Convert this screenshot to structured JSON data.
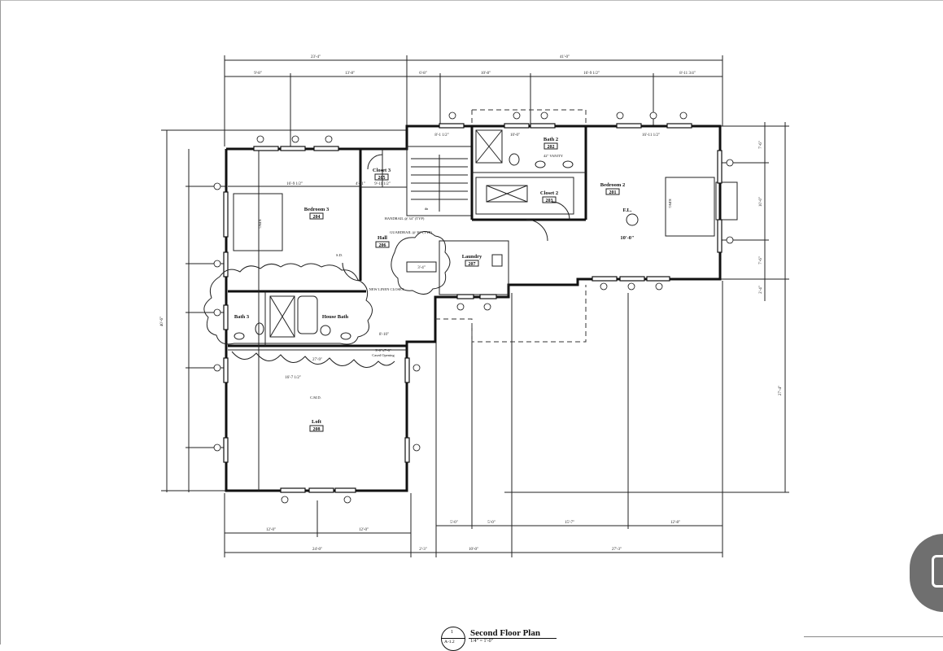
{
  "drawing": {
    "title": "Second Floor Plan",
    "scale": "1/4\" = 1'-0\"",
    "detail_number": "1",
    "sheet": "A-1.2"
  },
  "dimensions": {
    "top_overall": [
      "23'-4\"",
      "41'-0\""
    ],
    "top_segments": [
      "9'-8\"",
      "13'-8\"",
      "6'-8\"",
      "10'-8\"",
      "16'-9 1/2\"",
      "8'-11 3/4\""
    ],
    "bottom_segments_upper": [
      "5'-0\"",
      "5'-0\"",
      "15'-7\"",
      "12'-8\""
    ],
    "bottom_segments_lower": [
      "12'-0\"",
      "12'-0\""
    ],
    "bottom_overall": [
      "24'-0\"",
      "2'-3\"",
      "10'-0\"",
      "27'-3\""
    ],
    "left_overall": "40'-6\"",
    "right_overall": "27'-4\"",
    "right_segments": [
      "7'-6\"",
      "10'-0\"",
      "7'-6\"",
      "2'-4\""
    ],
    "interior": [
      "16'-9 1/2\"",
      "4'-11\"",
      "9'-11 1/2\"",
      "27'-9\"",
      "16'-7 1/2\"",
      "3'-4\"",
      "8'-10\"",
      "8'-1 1/2\"",
      "10'-0\"",
      "16'-11 1/2\""
    ]
  },
  "rooms": [
    {
      "name": "Bedroom 3",
      "number": "204"
    },
    {
      "name": "Closet 3",
      "number": "205"
    },
    {
      "name": "Hall",
      "number": "206"
    },
    {
      "name": "Bath 2",
      "number": "202"
    },
    {
      "name": "Closet 2",
      "number": "203"
    },
    {
      "name": "Bedroom 2",
      "number": "201"
    },
    {
      "name": "Laundry",
      "number": "207"
    },
    {
      "name": "Loft",
      "number": "208"
    },
    {
      "name": "Bath 3",
      "number": ""
    },
    {
      "name": "House Bath",
      "number": ""
    }
  ],
  "notes": {
    "handrail": "HANDRAIL @ 34\" (TYP)",
    "guardrail": "GUARDRAIL @ 36\" (TYP)",
    "linen": "NEW LINEN CLOSET",
    "cased": "Cased Opening",
    "cased_size": "3'-0\"x7'-6\"",
    "dn": "dn",
    "king1": "KING",
    "king2": "KING",
    "sd": "S.D.",
    "cmd": "C.M.D.",
    "vanity": "42\" VANITY",
    "fl_label": "F.L.",
    "fl_value": "10'-0\""
  },
  "ui": {
    "fab_icon": "scan-document-icon"
  }
}
